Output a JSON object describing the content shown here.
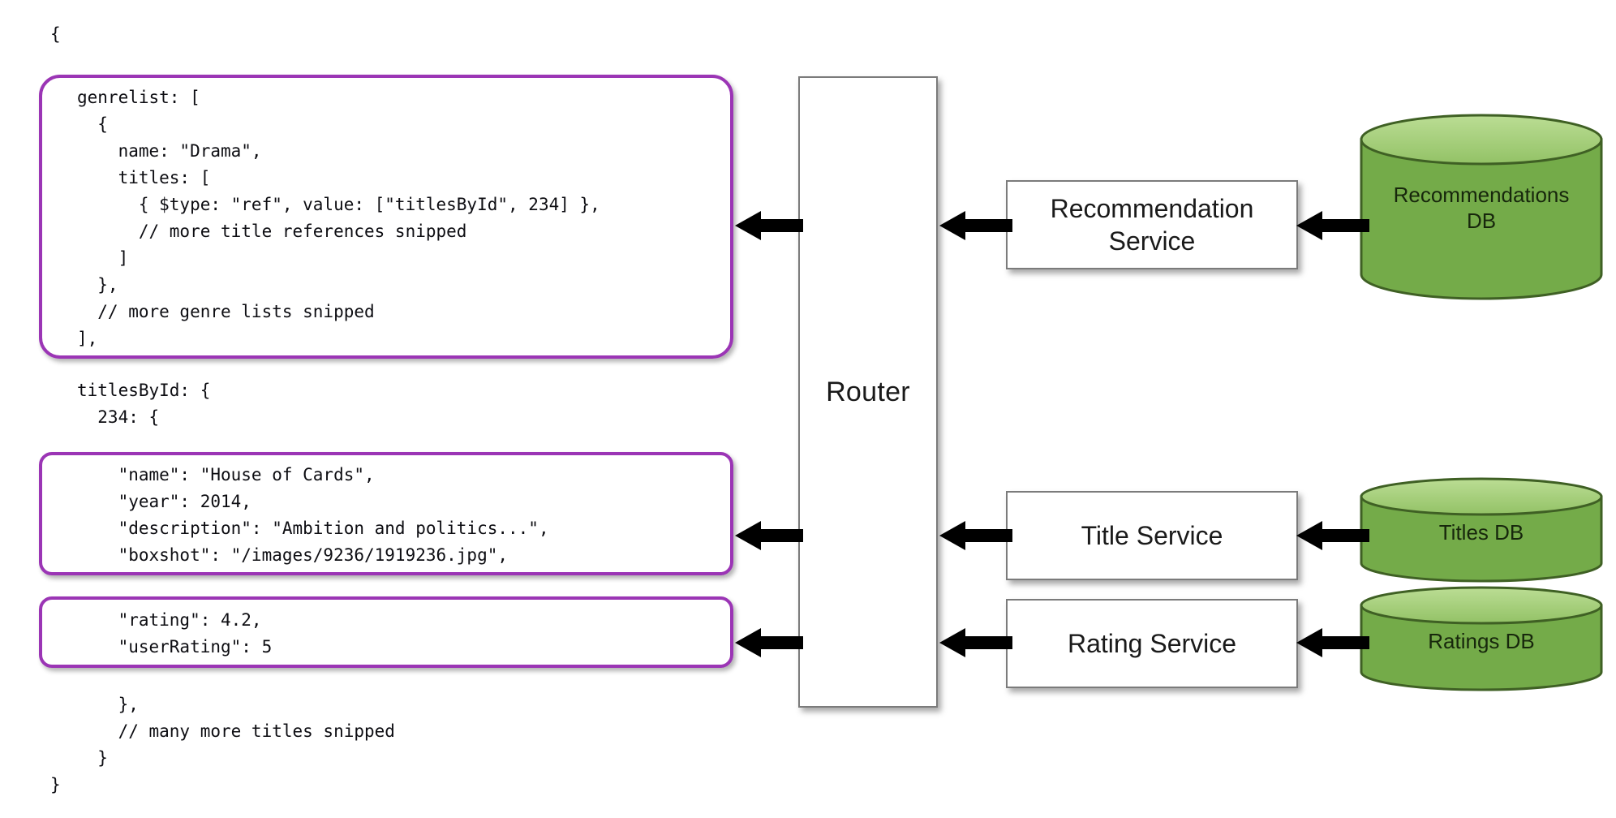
{
  "diagram": {
    "title": "Falcor JSON Graph routing diagram",
    "accent_purple": "#9b35b5",
    "db_green": "#74AB49",
    "db_green_light": "#A8CE7E",
    "box_border": "#7B7B7B"
  },
  "json_model": {
    "open_brace": "{",
    "genrelist_block": [
      "genrelist: [",
      "  {",
      "    name: \"Drama\",",
      "    titles: [",
      "      { $type: \"ref\", value: [\"titlesById\", 234] },",
      "      // more title references snipped",
      "    ]",
      "  },",
      "  // more genre lists snipped",
      "],"
    ],
    "titles_header": [
      "titlesById: {",
      "  234: {"
    ],
    "title_detail_block": [
      "    \"name\": \"House of Cards\",",
      "    \"year\": 2014,",
      "    \"description\": \"Ambition and politics...\",",
      "    \"boxshot\": \"/images/9236/1919236.jpg\","
    ],
    "rating_block": [
      "    \"rating\": 4.2,",
      "    \"userRating\": 5"
    ],
    "closing_lines": [
      "    },",
      "    // many more titles snipped",
      "  }",
      "}"
    ]
  },
  "router": {
    "label": "Router"
  },
  "services": [
    {
      "name": "recommendation-service",
      "label": "Recommendation\nService",
      "line1": "Recommendation",
      "line2": "Service"
    },
    {
      "name": "title-service",
      "label": "Title Service",
      "line1": "Title Service",
      "line2": ""
    },
    {
      "name": "rating-service",
      "label": "Rating Service",
      "line1": "Rating Service",
      "line2": ""
    }
  ],
  "databases": [
    {
      "name": "recommendations-db",
      "line1": "Recommendations",
      "line2": "DB"
    },
    {
      "name": "titles-db",
      "line1": "Titles DB",
      "line2": ""
    },
    {
      "name": "ratings-db",
      "line1": "Ratings DB",
      "line2": ""
    }
  ]
}
